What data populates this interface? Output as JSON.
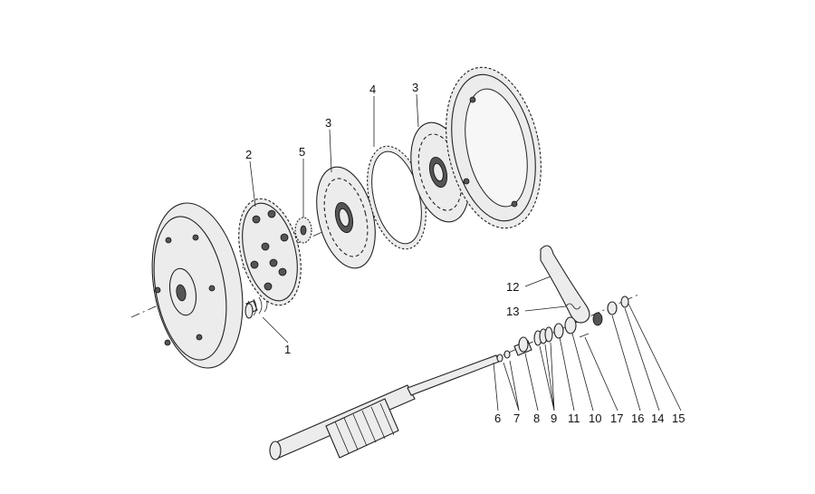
{
  "labels": {
    "l1": "1",
    "l2": "2",
    "l3a": "3",
    "l3b": "3",
    "l4": "4",
    "l5": "5",
    "l6": "6",
    "l7": "7",
    "l8": "8",
    "l9": "9",
    "l10": "10",
    "l11": "11",
    "l12": "12",
    "l13": "13",
    "l14": "14",
    "l15": "15",
    "l16": "16",
    "l17": "17"
  }
}
